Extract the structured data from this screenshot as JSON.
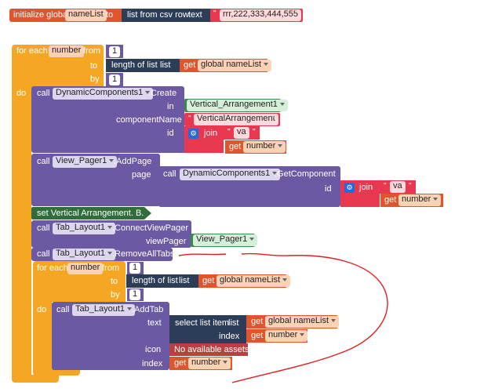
{
  "init": {
    "label": "initialize global",
    "var_name": "nameList",
    "to": "to",
    "list_from_csv": "list from csv row",
    "text_label": "text",
    "csv_value": "rrr,222,333,444,555"
  },
  "foreach1": {
    "label": "for each",
    "var": "number",
    "from_label": "from",
    "from_value": "1",
    "to_label": "to",
    "length_label": "length of list",
    "list_label": "list",
    "get_label": "get",
    "get_var": "global nameList",
    "by_label": "by",
    "by_value": "1",
    "do_label": "do"
  },
  "create": {
    "call": "call",
    "component": "DynamicComponents1",
    "method": ".Create",
    "in_label": "in",
    "in_value": "Vertical_Arrangement1",
    "compname_label": "componentName",
    "compname_value": "VerticalArrangement",
    "id_label": "id",
    "join_label": "join",
    "va_value": "va",
    "get_label": "get",
    "get_var": "number"
  },
  "addpage": {
    "call": "call",
    "component": "View_Pager1",
    "method": ".AddPage",
    "page_label": "page",
    "inner_call": "call",
    "inner_component": "DynamicComponents1",
    "inner_method": ".GetComponent",
    "id_label": "id",
    "join_label": "join",
    "va_value": "va",
    "get_label": "get",
    "get_var": "number"
  },
  "setva": {
    "label": "set Vertical Arrangement. B..."
  },
  "connect": {
    "call": "call",
    "component": "Tab_Layout1",
    "method": ".ConnectViewPager",
    "viewpager_label": "viewPager",
    "viewpager_value": "View_Pager1"
  },
  "removeall": {
    "call": "call",
    "component": "Tab_Layout1",
    "method": ".RemoveAllTabs"
  },
  "foreach2": {
    "label": "for each",
    "var": "number",
    "from_label": "from",
    "from_value": "1",
    "to_label": "to",
    "length_label": "length of list",
    "list_label": "list",
    "get_label": "get",
    "get_var": "global nameList",
    "by_label": "by",
    "by_value": "1",
    "do_label": "do"
  },
  "addtab": {
    "call": "call",
    "component": "Tab_Layout1",
    "method": ".AddTab",
    "text_label": "text",
    "select_label": "select list item",
    "list_label": "list",
    "get_label": "get",
    "get_list_var": "global nameList",
    "index_label": "index",
    "get_index_var": "number",
    "icon_label": "icon",
    "icon_value": "No available assets",
    "index2_label": "index",
    "get_index2_var": "number"
  },
  "colors": {
    "control": "#f5a623",
    "component": "#6b5aa3",
    "list": "#2c3e57",
    "text": "#e8384f",
    "variable": "#e0552b",
    "annotation": "#e02020"
  }
}
